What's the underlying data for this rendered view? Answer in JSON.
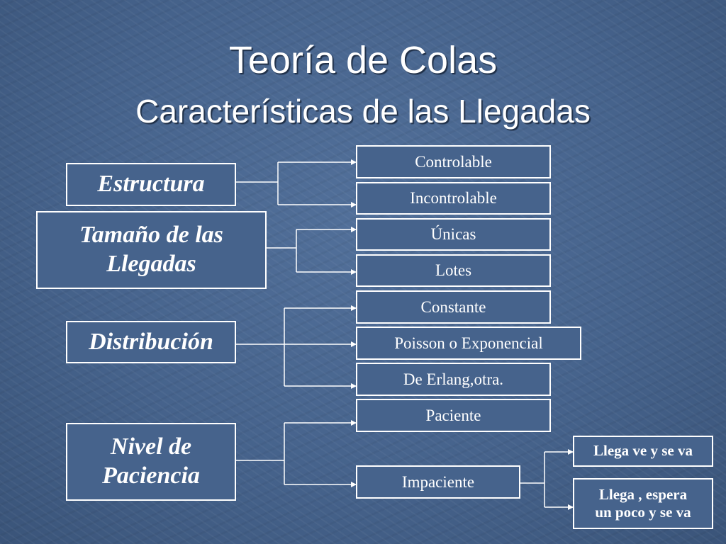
{
  "title": {
    "line1": "Teoría de Colas",
    "line2": "Características de las Llegadas"
  },
  "categories": {
    "estructura": "Estructura",
    "tamano_line1": "Tamaño de las",
    "tamano_line2": "Llegadas",
    "distribucion": "Distribución",
    "paciencia_line1": "Nivel de",
    "paciencia_line2": "Paciencia"
  },
  "options": {
    "controlable": "Controlable",
    "incontrolable": "Incontrolable",
    "unicas": "Únicas",
    "lotes": "Lotes",
    "constante": "Constante",
    "poisson": "Poisson o Exponencial",
    "erlang": "De Erlang,otra.",
    "paciente": "Paciente",
    "impaciente": "Impaciente"
  },
  "impaciente_options": {
    "llega_ve": "Llega ve y se va",
    "llega_espera_line1": "Llega , espera",
    "llega_espera_line2": "un poco y se va"
  },
  "colors": {
    "background": "#46638c",
    "box_border": "#ffffff",
    "text": "#ffffff"
  }
}
